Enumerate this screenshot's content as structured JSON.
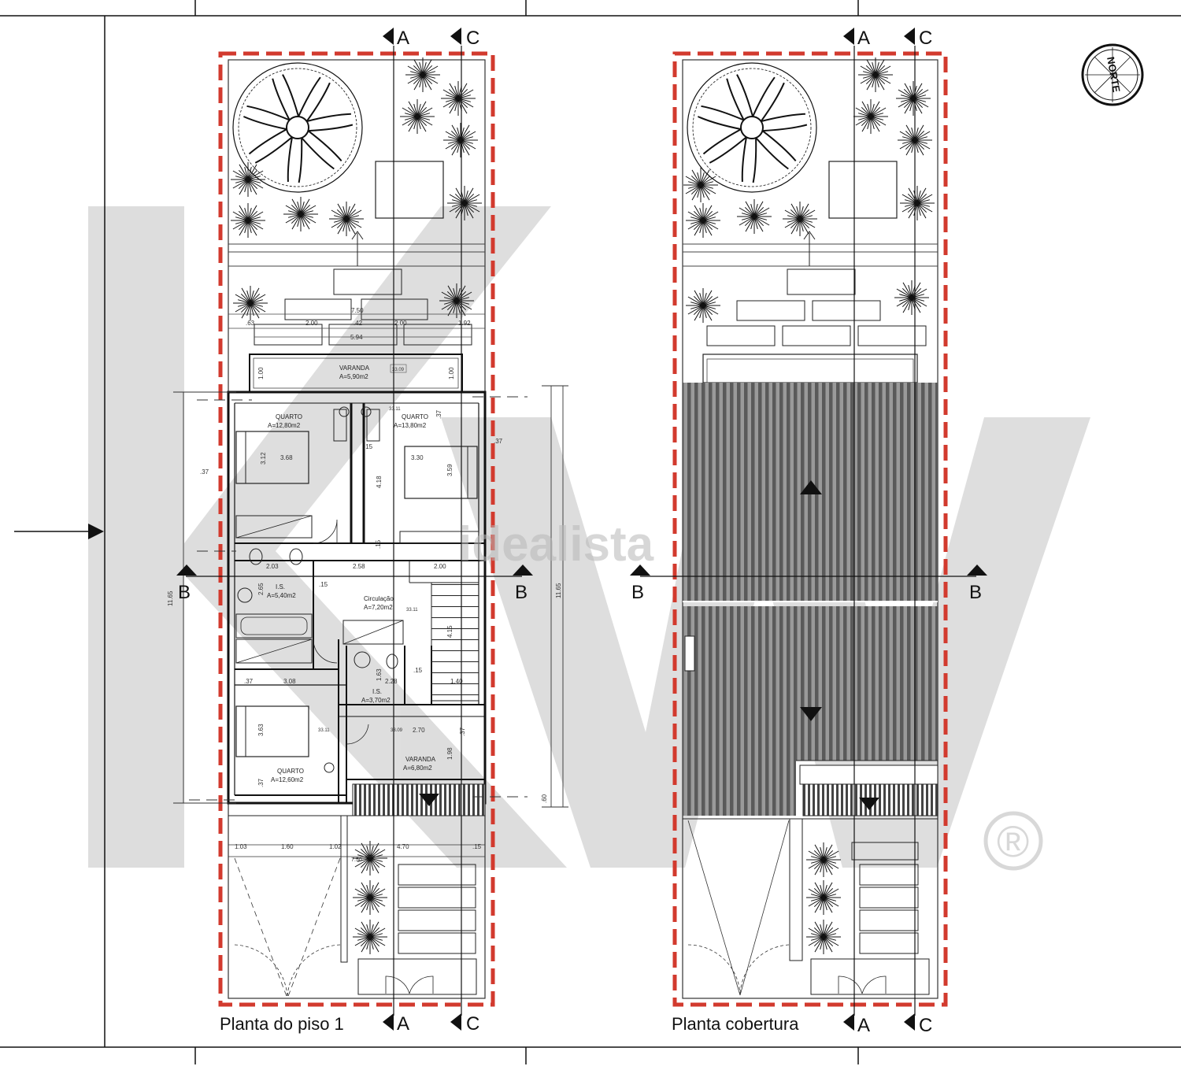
{
  "titles": {
    "left": "Planta do piso 1",
    "right": "Planta cobertura"
  },
  "section_marks": {
    "a": "A",
    "b": "B",
    "c": "C"
  },
  "north_label": "NORTE",
  "watermarks": {
    "portal": "idealista",
    "brand_logo": "KW",
    "registered": "®"
  },
  "rooms": {
    "varanda_top": {
      "name": "VARANDA",
      "area": "A=5,90m2",
      "code": "33.09"
    },
    "quarto_left": {
      "name": "QUARTO",
      "area": "A=12,80m2"
    },
    "quarto_right": {
      "name": "QUARTO",
      "area": "A=13,80m2",
      "code": "33.11"
    },
    "is_left": {
      "name": "I.S.",
      "area": "A=5,40m2"
    },
    "circulacao": {
      "name": "Circulação",
      "area": "A=7,20m2",
      "code": "33.11"
    },
    "is_right": {
      "name": "I.S.",
      "area": "A=3,70m2"
    },
    "quarto_bottom": {
      "name": "QUARTO",
      "area": "A=12,60m2",
      "code": "33.11"
    },
    "varanda_bottom": {
      "name": "VARANDA",
      "area": "A=6,80m2",
      "code": "33.09"
    }
  },
  "dims": {
    "top_total": "7.50",
    "top_left": ".63",
    "top_a": "2.00",
    "top_mid": ".42",
    "top_b": "2.00",
    "top_right": "1.92",
    "top_width": "5.94",
    "var_h_l": "1.00",
    "var_h_r": "1.00",
    "overall_left": "11.65",
    "overall_right": "11.65",
    "q1_w": "3.68",
    "q1_h": "3.12",
    "q2_w": "3.30",
    "q2_h": "3.59",
    "corr_h": "4.18",
    "d15a": ".15",
    "d15b": ".15",
    "d15c": ".15",
    "d15d": ".15",
    "d37a": ".37",
    "d37b": ".37",
    "d37c": ".37",
    "d37d": ".37",
    "d37e": ".37",
    "d37f": ".37",
    "w203": "2.03",
    "w258": "2.58",
    "w200": "2.00",
    "is_h": "2.65",
    "c_h": "4.15",
    "w308": "3.08",
    "q3_h": "3.63",
    "w228": "2.28",
    "w163": "1.63",
    "w140": "1.40",
    "w270": "2.70",
    "v_h": "1.98",
    "d60": ".60",
    "g1": "1.03",
    "g2": "1.60",
    "g3": "1.02",
    "g4": "4.70",
    "g5": ".15",
    "g6": "7.50"
  }
}
